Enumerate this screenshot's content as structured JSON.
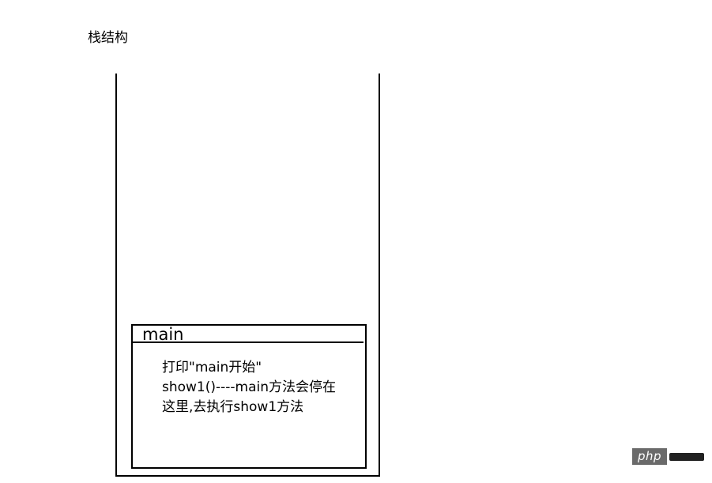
{
  "diagram": {
    "title": "栈结构",
    "frame": {
      "name": "main",
      "lines": [
        "打印\"main开始\"",
        "show1()----main方法会停在",
        "这里,去执行show1方法"
      ]
    }
  },
  "watermark": {
    "text": "php",
    "accent": "#6a6a6a"
  }
}
